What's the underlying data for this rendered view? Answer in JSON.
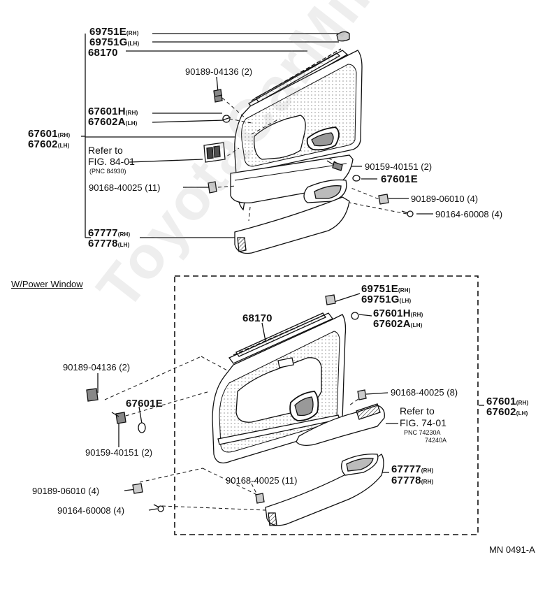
{
  "watermark": "ToyotaCarMine.ru",
  "section_title": "W/Power Window",
  "figure_code": "MN 0491-A",
  "top": {
    "p1a": {
      "num": "69751E",
      "sfx": "(RH)"
    },
    "p1b": {
      "num": "69751G",
      "sfx": "(LH)"
    },
    "p2": "68170",
    "p3": "90189-04136 (2)",
    "p4a": {
      "num": "67601H",
      "sfx": "(RH)"
    },
    "p4b": {
      "num": "67602A",
      "sfx": "(LH)"
    },
    "p5a": {
      "num": "67601",
      "sfx": "(RH)"
    },
    "p5b": {
      "num": "67602",
      "sfx": "(LH)"
    },
    "ref1": "Refer to",
    "ref2": "FIG. 84-01",
    "ref3": "(PNC 84930)",
    "p6": "90159-40151 (2)",
    "p7": "67601E",
    "p8": "90168-40025 (11)",
    "p9": "90189-06010 (4)",
    "p10": "90164-60008 (4)",
    "p11a": {
      "num": "67777",
      "sfx": "(RH)"
    },
    "p11b": {
      "num": "67778",
      "sfx": "(LH)"
    }
  },
  "bottom": {
    "p1a": {
      "num": "69751E",
      "sfx": "(RH)"
    },
    "p1b": {
      "num": "69751G",
      "sfx": "(LH)"
    },
    "p2": "68170",
    "p4a": {
      "num": "67601H",
      "sfx": "(RH)"
    },
    "p4b": {
      "num": "67602A",
      "sfx": "(LH)"
    },
    "p3": "90189-04136 (2)",
    "p12": "90168-40025 (8)",
    "p7": "67601E",
    "p5a": {
      "num": "67601",
      "sfx": "(RH)"
    },
    "p5b": {
      "num": "67602",
      "sfx": "(LH)"
    },
    "ref1": "Refer to",
    "ref2": "FIG. 74-01",
    "ref3": "PNC 74230A",
    "ref4": "74240A",
    "p6": "90159-40151 (2)",
    "p11a": {
      "num": "67777",
      "sfx": "(RH)"
    },
    "p11b": {
      "num": "67778",
      "sfx": "(RH)"
    },
    "p8": "90168-40025 (11)",
    "p9": "90189-06010 (4)",
    "p10": "90164-60008 (4)"
  }
}
